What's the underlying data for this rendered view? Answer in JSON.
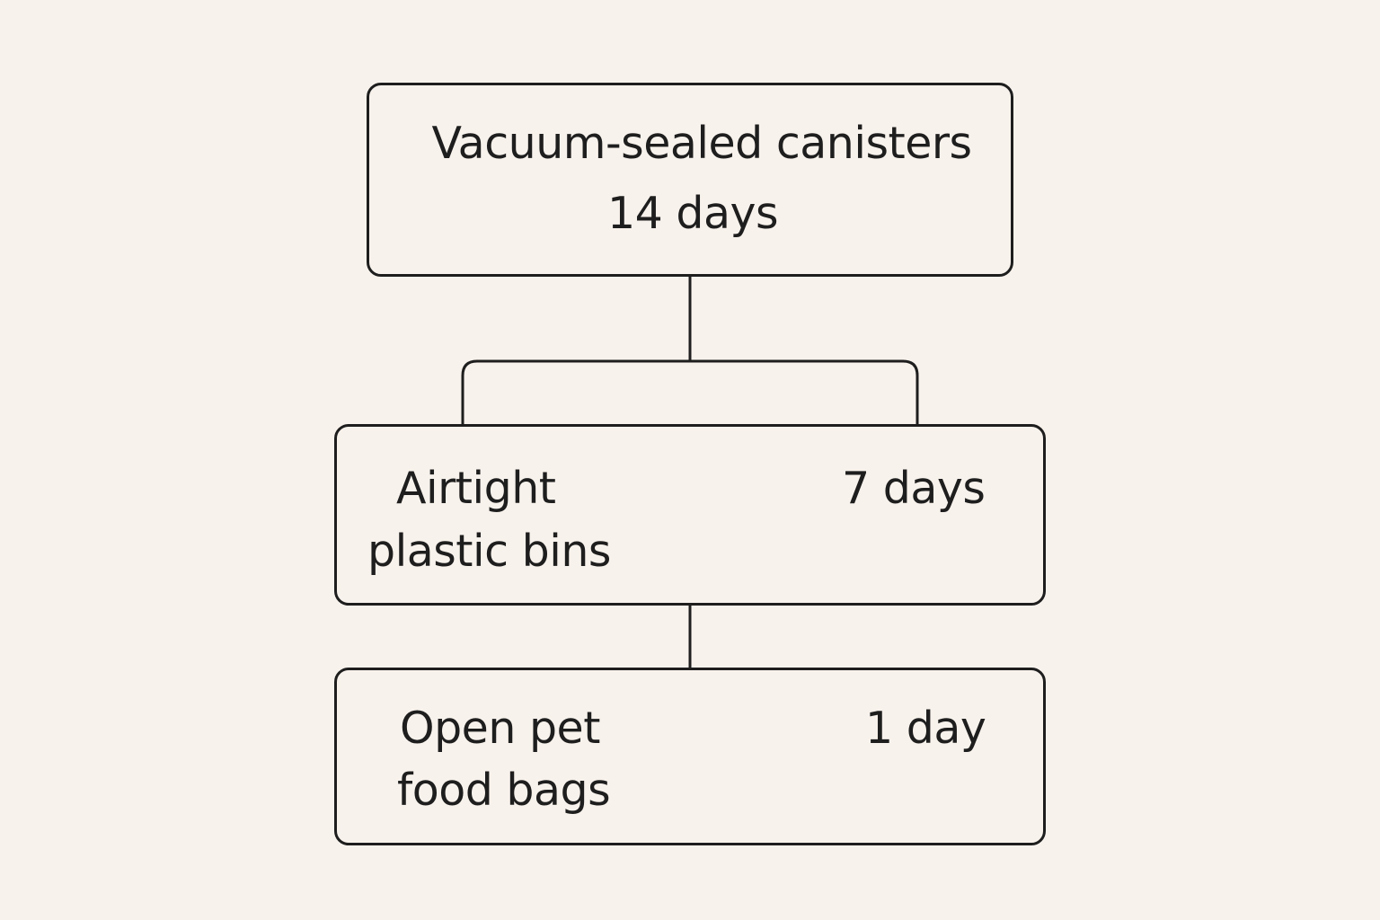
{
  "diagram": {
    "nodes": [
      {
        "id": "top",
        "label_lines": [
          "Vacuum-sealed canisters"
        ],
        "value": "14 days"
      },
      {
        "id": "mid",
        "label_lines": [
          "Airtight",
          "plastic bins"
        ],
        "value": "7 days"
      },
      {
        "id": "bot",
        "label_lines": [
          "Open pet",
          "food bags"
        ],
        "value": "1 day"
      }
    ],
    "edges": [
      {
        "from": "top",
        "to": "mid"
      },
      {
        "from": "mid",
        "to": "bot"
      }
    ],
    "colors": {
      "background": "#f8f2ec",
      "stroke": "#1e1e1e",
      "text": "#1e1e1e"
    }
  }
}
